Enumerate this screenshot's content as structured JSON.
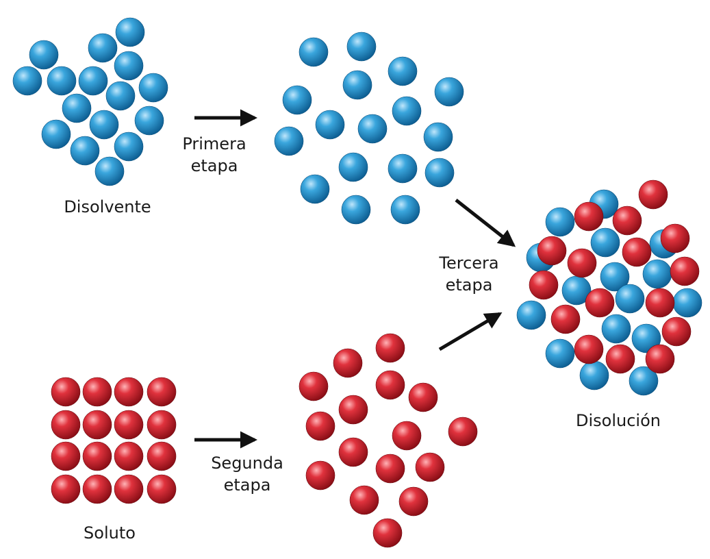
{
  "labels": {
    "disolvente": "Disolvente",
    "primera_1": "Primera",
    "primera_2": "etapa",
    "tercera_1": "Tercera",
    "tercera_2": "etapa",
    "disolucion": "Disolución",
    "segunda_1": "Segunda",
    "segunda_2": "etapa",
    "soluto": "Soluto"
  },
  "colors": {
    "solvent_particle": "#2f97cf",
    "solute_particle": "#d62a35",
    "arrow": "#111111"
  }
}
